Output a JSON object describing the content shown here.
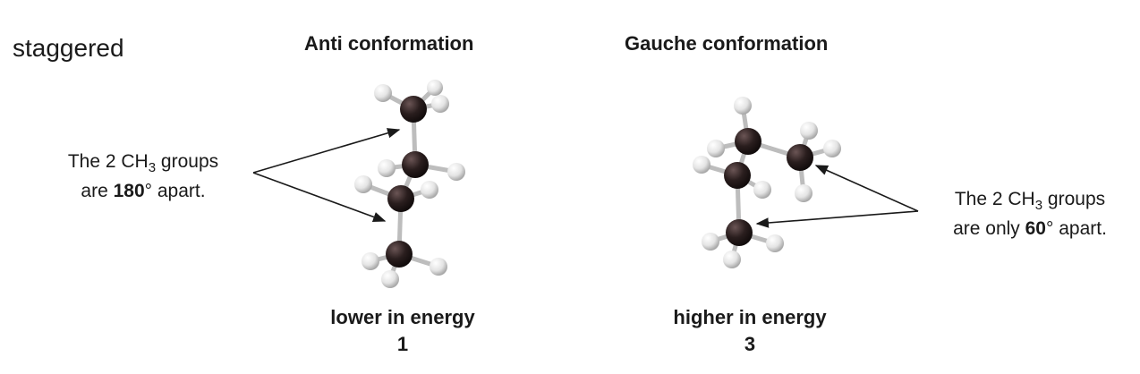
{
  "side_label": "staggered",
  "anti": {
    "title": "Anti conformation",
    "note_line1_pre": "The 2 CH",
    "note_sub": "3",
    "note_line1_post": " groups",
    "note_line2_pre": "are ",
    "note_value": "180",
    "note_line2_post": "° apart.",
    "energy": "lower in energy",
    "rank": "1"
  },
  "gauche": {
    "title": "Gauche conformation",
    "note_line1_pre": "The 2 CH",
    "note_sub": "3",
    "note_line1_post": " groups",
    "note_line2_pre": "are only ",
    "note_value": "60",
    "note_line2_post": "° apart.",
    "energy": "higher in energy",
    "rank": "3"
  },
  "colors": {
    "carbon": "#2a1e1e",
    "hydrogen": "#e8e8e8",
    "bond": "#bdbdbd",
    "text": "#1a1a1a"
  }
}
